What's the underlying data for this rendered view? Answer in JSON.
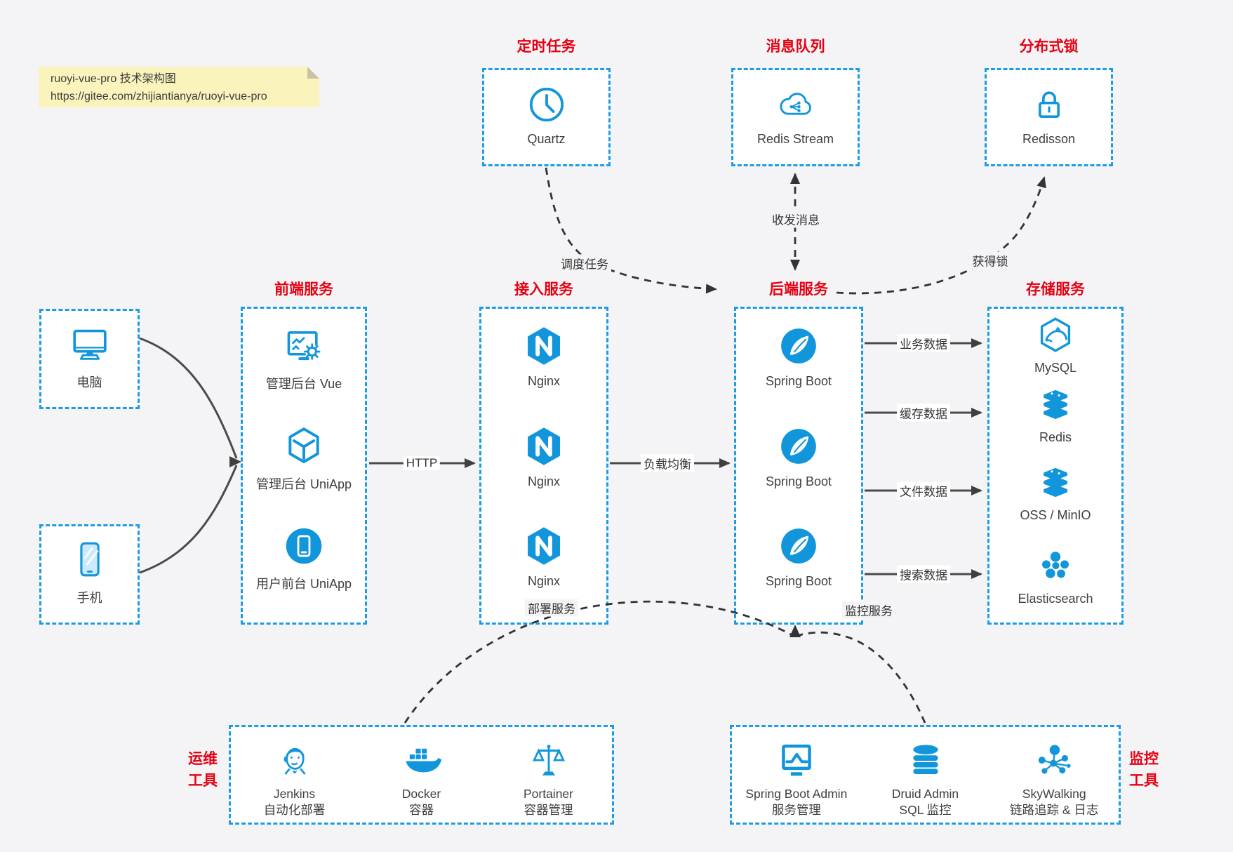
{
  "note": {
    "line1": "ruoyi-vue-pro 技术架构图",
    "line2": "https://gitee.com/zhijiantianya/ruoyi-vue-pro"
  },
  "top_groups": [
    {
      "title": "定时任务",
      "item": {
        "icon": "clock-icon",
        "label": "Quartz"
      }
    },
    {
      "title": "消息队列",
      "item": {
        "icon": "cloud-message-icon",
        "label": "Redis Stream"
      }
    },
    {
      "title": "分布式锁",
      "item": {
        "icon": "lock-icon",
        "label": "Redisson"
      }
    }
  ],
  "clients": [
    {
      "icon": "desktop-icon",
      "label": "电脑"
    },
    {
      "icon": "smartphone-icon",
      "label": "手机"
    }
  ],
  "columns": [
    {
      "title": "前端服务",
      "items": [
        {
          "icon": "admin-vue-icon",
          "label": "管理后台 Vue"
        },
        {
          "icon": "uniapp-cube-icon",
          "label": "管理后台 UniApp"
        },
        {
          "icon": "user-app-icon",
          "label": "用户前台 UniApp"
        }
      ]
    },
    {
      "title": "接入服务",
      "items": [
        {
          "icon": "nginx-icon",
          "label": "Nginx"
        },
        {
          "icon": "nginx-icon",
          "label": "Nginx"
        },
        {
          "icon": "nginx-icon",
          "label": "Nginx"
        }
      ]
    },
    {
      "title": "后端服务",
      "items": [
        {
          "icon": "spring-boot-icon",
          "label": "Spring Boot"
        },
        {
          "icon": "spring-boot-icon",
          "label": "Spring Boot"
        },
        {
          "icon": "spring-boot-icon",
          "label": "Spring Boot"
        }
      ]
    },
    {
      "title": "存储服务",
      "items": [
        {
          "icon": "mysql-icon",
          "label": "MySQL"
        },
        {
          "icon": "redis-stack-icon",
          "label": "Redis"
        },
        {
          "icon": "storage-stack-icon",
          "label": "OSS / MinIO"
        },
        {
          "icon": "elasticsearch-icon",
          "label": "Elasticsearch"
        }
      ]
    }
  ],
  "bottom_groups": [
    {
      "title_lines": [
        "运维",
        "工具"
      ],
      "items": [
        {
          "icon": "jenkins-icon",
          "name": "Jenkins",
          "desc": "自动化部署"
        },
        {
          "icon": "docker-icon",
          "name": "Docker",
          "desc": "容器"
        },
        {
          "icon": "portainer-icon",
          "name": "Portainer",
          "desc": "容器管理"
        }
      ]
    },
    {
      "title_lines": [
        "监控",
        "工具"
      ],
      "items": [
        {
          "icon": "spring-boot-admin-icon",
          "name": "Spring Boot Admin",
          "desc": "服务管理"
        },
        {
          "icon": "druid-icon",
          "name": "Druid Admin",
          "desc": "SQL 监控"
        },
        {
          "icon": "skywalking-icon",
          "name": "SkyWalking",
          "desc": "链路追踪 & 日志"
        }
      ]
    }
  ],
  "edge_labels": {
    "http": "HTTP",
    "load_balance": "负载均衡",
    "business_data": "业务数据",
    "cache_data": "缓存数据",
    "file_data": "文件数据",
    "search_data": "搜索数据",
    "schedule_task": "调度任务",
    "send_receive_msg": "收发消息",
    "acquire_lock": "获得锁",
    "deploy_service": "部署服务",
    "monitor_service": "监控服务"
  },
  "colors": {
    "box_border": "#1b9ce6",
    "icon_blue": "#1296db",
    "title_red": "#e60012",
    "note_bg": "#faf4bc",
    "canvas_bg": "#f4f4f6",
    "arrow_solid": "#4a4a4a",
    "arrow_dashed": "#333333"
  }
}
